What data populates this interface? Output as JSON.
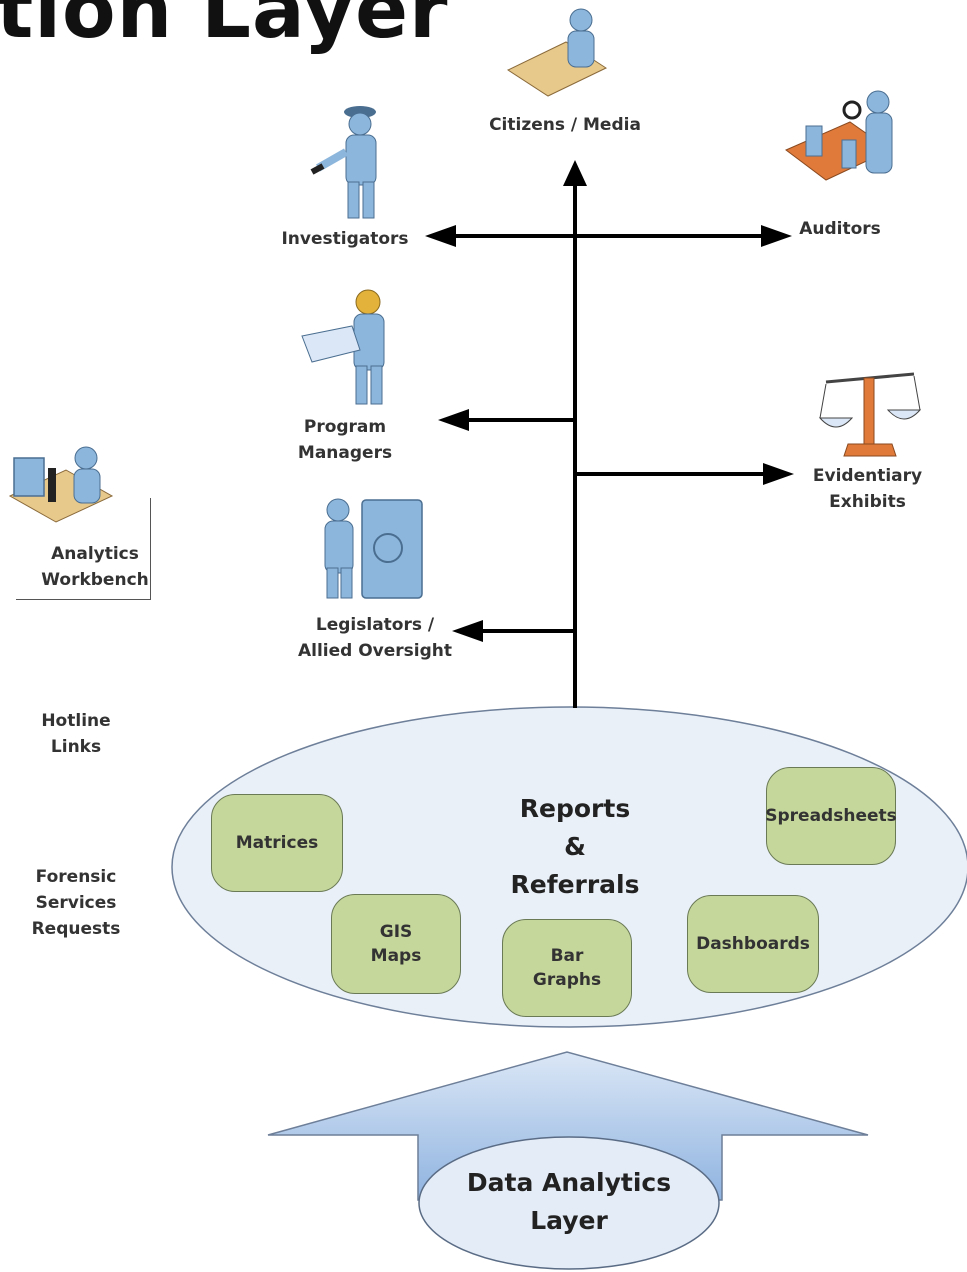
{
  "header": {
    "title_fragment": "tion Layer"
  },
  "audiences": {
    "citizens": {
      "label": "Citizens / Media"
    },
    "investigators": {
      "label": "Investigators"
    },
    "auditors": {
      "label": "Auditors"
    },
    "program_managers": {
      "lines": [
        "Program",
        "Managers"
      ]
    },
    "evidentiary": {
      "lines": [
        "Evidentiary",
        "Exhibits"
      ]
    },
    "legislators": {
      "lines": [
        "Legislators /",
        "Allied Oversight"
      ]
    }
  },
  "left_panel": {
    "workbench": {
      "lines": [
        "Analytics",
        "Workbench"
      ]
    },
    "hotline": {
      "lines": [
        "Hotline",
        "Links"
      ]
    },
    "forensic": {
      "lines": [
        "Forensic",
        "Services",
        "Requests"
      ]
    }
  },
  "reports": {
    "title_lines": [
      "Reports",
      "&",
      "Referrals"
    ],
    "items": {
      "matrices": "Matrices",
      "spreadsheets": "Spreadsheets",
      "gis_maps": [
        "GIS",
        "Maps"
      ],
      "bar_graphs": [
        "Bar",
        "Graphs"
      ],
      "dashboards": "Dashboards"
    }
  },
  "data_layer": {
    "lines": [
      "Data Analytics",
      "Layer"
    ]
  },
  "colors": {
    "box_fill": "#c6d79c",
    "ellipse_fill": "#eaf0f8",
    "arrow_fill": "#a9c4e8",
    "figure_blue": "#8db6dc",
    "line": "#000000"
  }
}
